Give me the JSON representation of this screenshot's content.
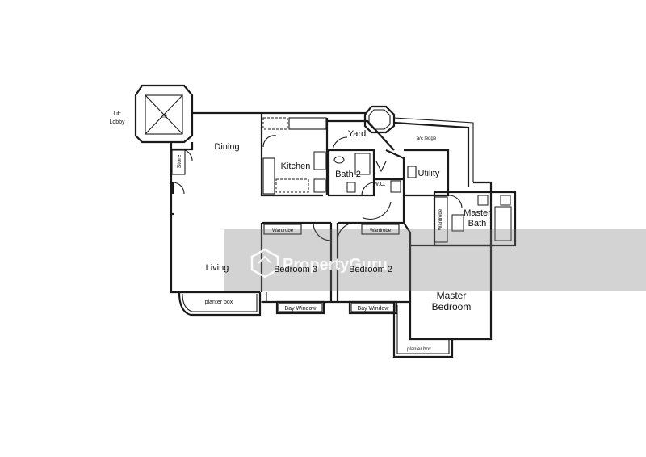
{
  "plan": {
    "labels": {
      "lift_lobby": [
        "Lift",
        "Lobby"
      ],
      "lift": "Lift",
      "store": "Store",
      "dining": "Dining",
      "kitchen": "Kitchen",
      "yard": "Yard",
      "ac_ledge": "a/c ledge",
      "bath2": "Bath 2",
      "wc": "W.C.",
      "utility": "Utility",
      "wardrobe_master": "Wardrobe",
      "master_bath": [
        "Master",
        "Bath"
      ],
      "wardrobe_bed3": "Wardrobe",
      "wardrobe_bed2": "Wardrobe",
      "living": "Living",
      "bedroom3": "Bedroom 3",
      "bedroom2": "Bedroom 2",
      "master_bedroom": [
        "Master",
        "Bedroom"
      ],
      "planter_box_living": "planter box",
      "bay_window_bed3": "Bay Window",
      "bay_window_bed2": "Bay Window",
      "planter_box_master": "planter box"
    },
    "watermark": "PropertyGuru"
  }
}
